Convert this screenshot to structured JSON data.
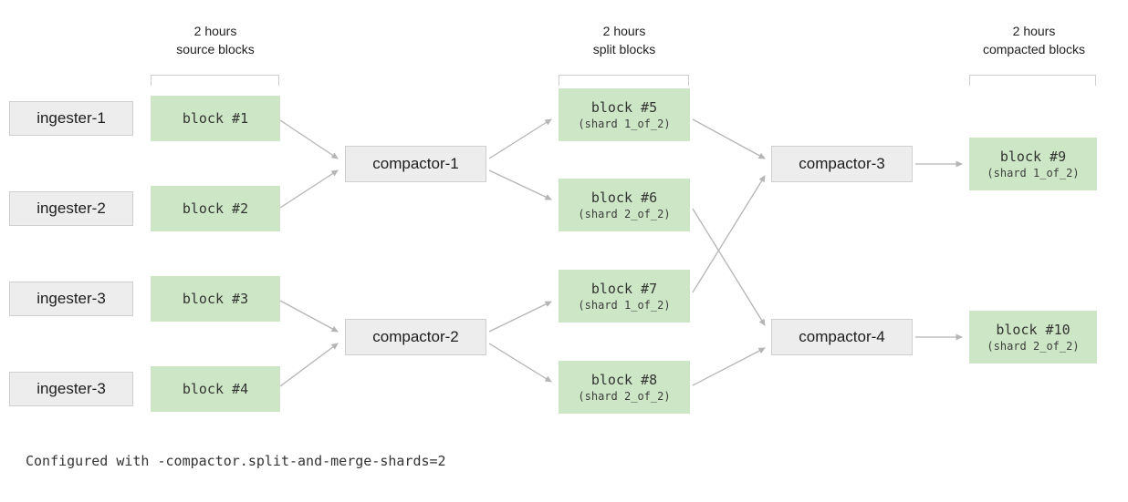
{
  "groups": {
    "source": {
      "hours": "2 hours",
      "label": "source blocks"
    },
    "split": {
      "hours": "2 hours",
      "label": "split blocks"
    },
    "compacted": {
      "hours": "2 hours",
      "label": "compacted blocks"
    }
  },
  "ingesters": [
    {
      "label": "ingester-1"
    },
    {
      "label": "ingester-2"
    },
    {
      "label": "ingester-3"
    },
    {
      "label": "ingester-3"
    }
  ],
  "source_blocks": [
    {
      "title": "block #1"
    },
    {
      "title": "block #2"
    },
    {
      "title": "block #3"
    },
    {
      "title": "block #4"
    }
  ],
  "compactors": [
    {
      "label": "compactor-1"
    },
    {
      "label": "compactor-2"
    },
    {
      "label": "compactor-3"
    },
    {
      "label": "compactor-4"
    }
  ],
  "split_blocks": [
    {
      "title": "block #5",
      "shard": "(shard 1_of_2)"
    },
    {
      "title": "block #6",
      "shard": "(shard 2_of_2)"
    },
    {
      "title": "block #7",
      "shard": "(shard 1_of_2)"
    },
    {
      "title": "block #8",
      "shard": "(shard 2_of_2)"
    }
  ],
  "compacted_blocks": [
    {
      "title": "block #9",
      "shard": "(shard 1_of_2)"
    },
    {
      "title": "block #10",
      "shard": "(shard 2_of_2)"
    }
  ],
  "caption": "Configured with -compactor.split-and-merge-shards=2",
  "colors": {
    "block_fill": "#cde7c6",
    "node_fill": "#ededed",
    "node_border": "#cfcfcf",
    "arrow": "#b5b5b5",
    "text": "#333333"
  }
}
